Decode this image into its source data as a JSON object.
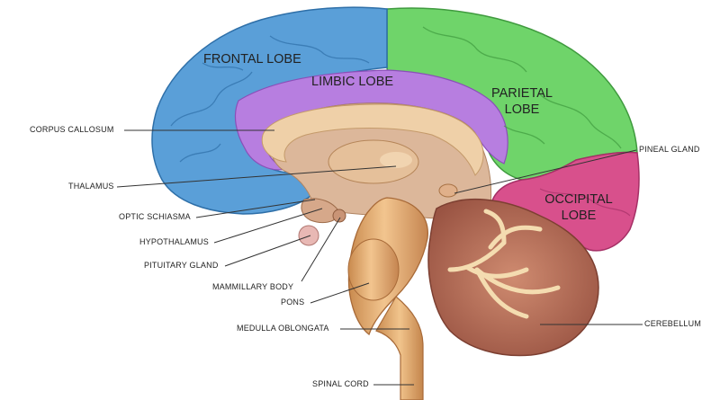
{
  "lobes": {
    "frontal": "FRONTAL LOBE",
    "limbic": "LIMBIC LOBE",
    "parietal_line1": "PARIETAL",
    "parietal_line2": "LOBE",
    "occipital_line1": "OCCIPITAL",
    "occipital_line2": "LOBE"
  },
  "labels": {
    "corpus_callosum": "CORPUS CALLOSUM",
    "thalamus": "THALAMUS",
    "optic_schiasma": "OPTIC SCHIASMA",
    "hypothalamus": "HYPOTHALAMUS",
    "pituitary_gland": "PITUITARY GLAND",
    "mammillary_body": "MAMMILLARY BODY",
    "pons": "PONS",
    "medulla_oblongata": "MEDULLA OBLONGATA",
    "spinal_cord": "SPINAL CORD",
    "pineal_gland": "PINEAL GLAND",
    "cerebellum": "CEREBELLUM"
  },
  "colors": {
    "frontal": "#5a9fd8",
    "parietal": "#6fd46a",
    "limbic": "#b77ee0",
    "occipital": "#d8508c",
    "cerebellum": "#b56f58",
    "brainstem": "#e7b47a",
    "inner": "#e7c9a6"
  }
}
